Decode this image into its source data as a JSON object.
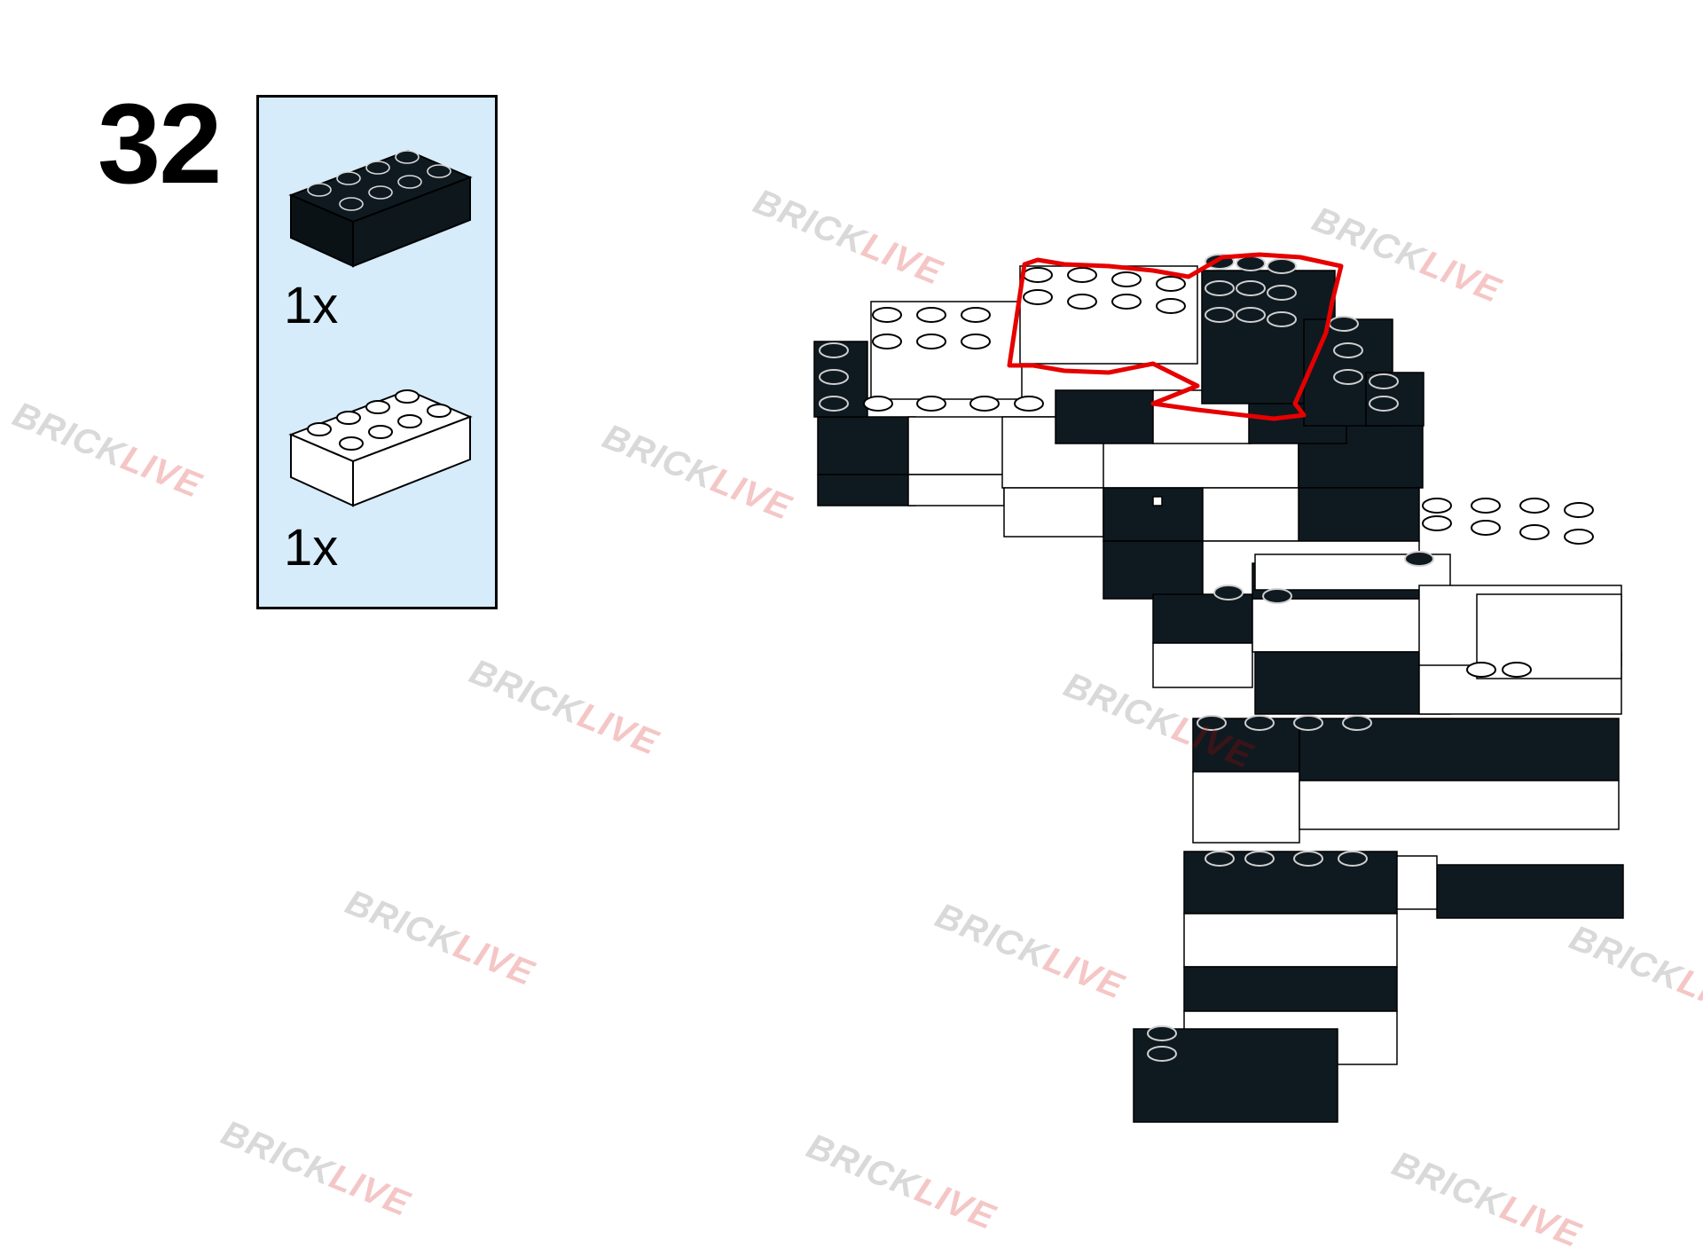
{
  "step": {
    "number": "32"
  },
  "parts": [
    {
      "name": "black-2x4-brick",
      "color": "#0f1a20",
      "quantity": "1x"
    },
    {
      "name": "white-2x4-brick",
      "color": "#ffffff",
      "quantity": "1x"
    }
  ],
  "watermark": {
    "part1": "BRICK",
    "part2": "LIVE"
  },
  "colors": {
    "panel": "#d6ecfb",
    "highlight": "#e60000",
    "black_brick": "#0f1a20",
    "stud_edge": "#1a1a1a"
  }
}
